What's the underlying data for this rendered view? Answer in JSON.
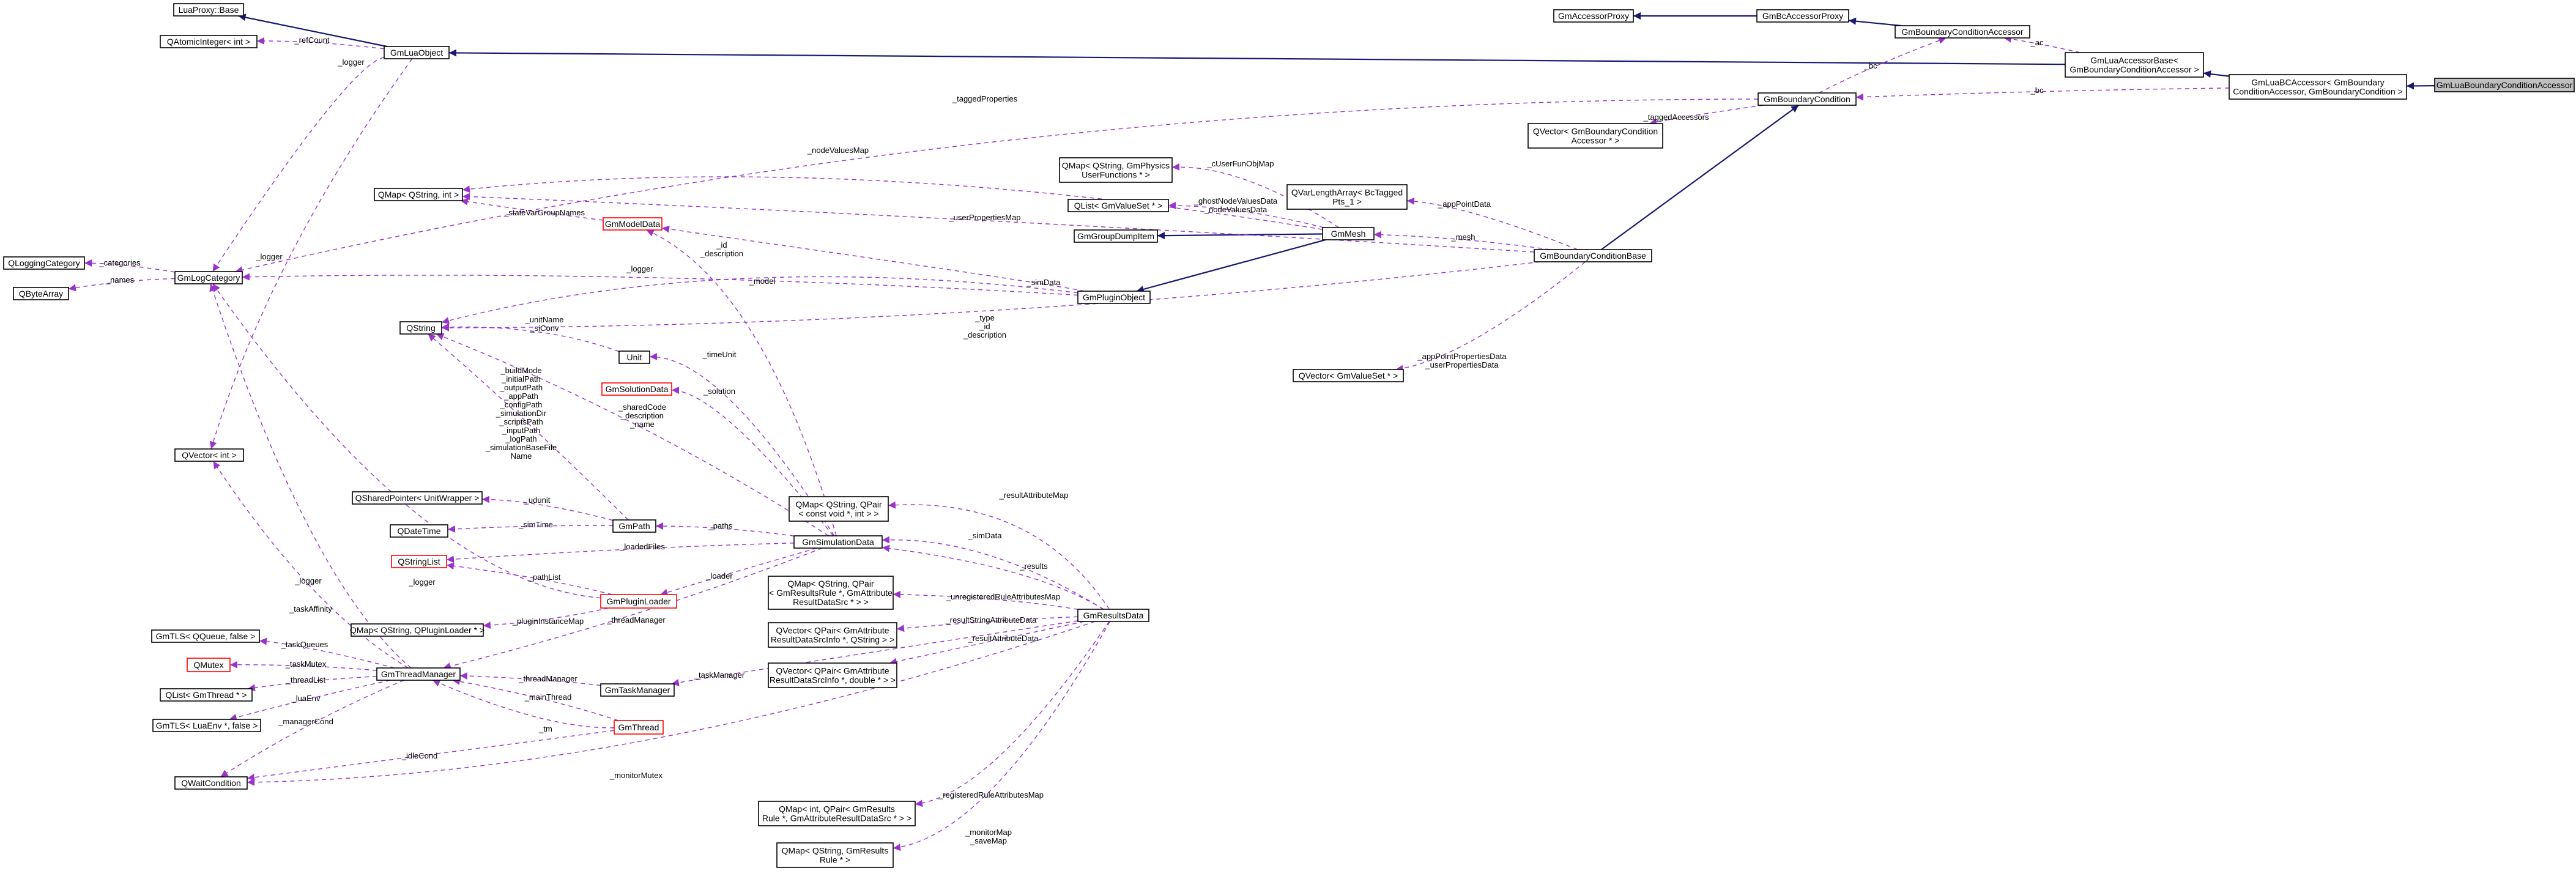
{
  "nodes": {
    "luaProxyBase": {
      "lines": [
        "LuaProxy::Base"
      ],
      "red": false
    },
    "qAtomicInt": {
      "lines": [
        "QAtomicInteger< int >"
      ],
      "red": false
    },
    "gmLuaObject": {
      "lines": [
        "GmLuaObject"
      ],
      "red": false
    },
    "gmAccessorProxy": {
      "lines": [
        "GmAccessorProxy"
      ],
      "red": false
    },
    "gmBcAccessorProxy": {
      "lines": [
        "GmBcAccessorProxy"
      ],
      "red": false
    },
    "gmBoundaryConditionAccessor": {
      "lines": [
        "GmBoundaryConditionAccessor"
      ],
      "red": false
    },
    "gmLuaAccessorBase": {
      "lines": [
        "GmLuaAccessorBase<",
        "GmBoundaryConditionAccessor >"
      ],
      "red": false
    },
    "gmLuaBCAccessor": {
      "lines": [
        "GmLuaBCAccessor< GmBoundary",
        "ConditionAccessor, GmBoundaryCondition >"
      ],
      "red": false
    },
    "gmLuaBoundaryConditionAccessor": {
      "lines": [
        "GmLuaBoundaryConditionAccessor"
      ],
      "red": false,
      "focus": true
    },
    "gmBoundaryCondition": {
      "lines": [
        "GmBoundaryCondition"
      ],
      "red": false
    },
    "qVectorAccessor": {
      "lines": [
        "QVector< GmBoundaryCondition",
        "Accessor * >"
      ],
      "red": false
    },
    "qMapPhysics": {
      "lines": [
        "QMap< QString, GmPhysics",
        "UserFunctions * >"
      ],
      "red": false
    },
    "qMapStringInt": {
      "lines": [
        "QMap< QString, int >"
      ],
      "red": false
    },
    "qVarLengthArray": {
      "lines": [
        "QVarLengthArray< BcTagged",
        "Pts_1 >"
      ],
      "red": false
    },
    "qListValueSet": {
      "lines": [
        "QList< GmValueSet * >"
      ],
      "red": false
    },
    "gmModelData": {
      "lines": [
        "GmModelData"
      ],
      "red": true
    },
    "gmGroupDumpItem": {
      "lines": [
        "GmGroupDumpItem"
      ],
      "red": false
    },
    "gmMesh": {
      "lines": [
        "GmMesh"
      ],
      "red": false
    },
    "gmBoundaryConditionBase": {
      "lines": [
        "GmBoundaryConditionBase"
      ],
      "red": false
    },
    "qLoggingCategory": {
      "lines": [
        "QLoggingCategory"
      ],
      "red": false
    },
    "gmLogCategory": {
      "lines": [
        "GmLogCategory"
      ],
      "red": false
    },
    "qByteArray": {
      "lines": [
        "QByteArray"
      ],
      "red": false
    },
    "gmPluginObject": {
      "lines": [
        "GmPluginObject"
      ],
      "red": false
    },
    "qString": {
      "lines": [
        "QString"
      ],
      "red": false
    },
    "unit": {
      "lines": [
        "Unit"
      ],
      "red": false
    },
    "gmSolutionData": {
      "lines": [
        "GmSolutionData"
      ],
      "red": true
    },
    "qVectorValueSet": {
      "lines": [
        "QVector< GmValueSet * >"
      ],
      "red": false
    },
    "qVectorInt": {
      "lines": [
        "QVector< int >"
      ],
      "red": false
    },
    "qSharedPointerUnit": {
      "lines": [
        "QSharedPointer< UnitWrapper >"
      ],
      "red": false
    },
    "qMapPair": {
      "lines": [
        "QMap< QString, QPair",
        "< const void *, int > >"
      ],
      "red": false
    },
    "qDateTime": {
      "lines": [
        "QDateTime"
      ],
      "red": false
    },
    "gmPath": {
      "lines": [
        "GmPath"
      ],
      "red": false
    },
    "gmSimulationData": {
      "lines": [
        "GmSimulationData"
      ],
      "red": false
    },
    "qStringList": {
      "lines": [
        "QStringList"
      ],
      "red": true
    },
    "gmPluginLoader": {
      "lines": [
        "GmPluginLoader"
      ],
      "red": true
    },
    "qMapPairRule": {
      "lines": [
        "QMap< QString, QPair",
        "< GmResultsRule *, GmAttribute",
        "ResultDataSrc * > >"
      ],
      "red": false
    },
    "gmResultsData": {
      "lines": [
        "GmResultsData"
      ],
      "red": false
    },
    "qMapPluginLoader": {
      "lines": [
        "QMap< QString, QPluginLoader * >"
      ],
      "red": false
    },
    "gmTlsQueue": {
      "lines": [
        "GmTLS< QQueue, false >"
      ],
      "red": false
    },
    "qVectorPairString": {
      "lines": [
        "QVector< QPair< GmAttribute",
        "ResultDataSrcInfo *, QString > >"
      ],
      "red": false
    },
    "qMutex": {
      "lines": [
        "QMutex"
      ],
      "red": true
    },
    "gmThreadManager": {
      "lines": [
        "GmThreadManager"
      ],
      "red": false
    },
    "qVectorPairDouble": {
      "lines": [
        "QVector< QPair< GmAttribute",
        "ResultDataSrcInfo *, double * > >"
      ],
      "red": false
    },
    "qListThread": {
      "lines": [
        "QList< GmThread * >"
      ],
      "red": false
    },
    "gmTaskManager": {
      "lines": [
        "GmTaskManager"
      ],
      "red": false
    },
    "gmTlsLuaEnv": {
      "lines": [
        "GmTLS< LuaEnv *, false >"
      ],
      "red": false
    },
    "gmThread": {
      "lines": [
        "GmThread"
      ],
      "red": true
    },
    "qWaitCondition": {
      "lines": [
        "QWaitCondition"
      ],
      "red": false
    },
    "qMapIntPair": {
      "lines": [
        "QMap< int, QPair< GmResults",
        "Rule *, GmAttributeResultDataSrc * > >"
      ],
      "red": false
    },
    "qMapResultsRule": {
      "lines": [
        "QMap< QString, GmResults",
        "Rule * >"
      ],
      "red": false
    }
  },
  "edges": {
    "e1": {
      "label": []
    },
    "e2": {
      "label": [
        "_refCount"
      ]
    },
    "e3": {
      "label": []
    },
    "e4": {
      "label": []
    },
    "e5": {
      "label": []
    },
    "e6": {
      "label": [
        "_ac"
      ]
    },
    "e7": {
      "label": []
    },
    "e8": {
      "label": []
    },
    "e9": {
      "label": [
        "_bc"
      ]
    },
    "e10": {
      "label": [
        "_bc"
      ]
    },
    "e11": {
      "label": [
        "_taggedAccessors"
      ]
    },
    "e12": {
      "label": []
    },
    "e13": {
      "label": [
        "_logger"
      ]
    },
    "e14": {
      "label": [
        "_logger"
      ]
    },
    "e15": {
      "label": [
        "_taggedProperties"
      ]
    },
    "e16": {
      "label": [
        "_categories"
      ]
    },
    "e17": {
      "label": [
        "_names"
      ]
    },
    "e18": {
      "label": [
        "_nodeValuesMap"
      ]
    },
    "e19": {
      "label": [
        "_cUserFunObjMap"
      ]
    },
    "e20": {
      "label": [
        "_appPointData"
      ]
    },
    "e21": {
      "label": [
        "_ghostNodeValuesData",
        "_nodeValuesData"
      ]
    },
    "e22": {
      "label": []
    },
    "e23": {
      "label": [
        "_mesh"
      ]
    },
    "e24": {
      "label": []
    },
    "e25": {
      "label": [
        "_stateVarGroupNames"
      ]
    },
    "e26": {
      "label": [
        "_userPropertiesMap"
      ]
    },
    "e27": {
      "label": [
        "_logger"
      ]
    },
    "e28": {
      "label": [
        "_id",
        "_description"
      ]
    },
    "e29": {
      "label": [
        "_simData"
      ]
    },
    "e30": {
      "label": [
        "_model"
      ]
    },
    "e31": {
      "label": [
        "_unitName",
        "_siConv"
      ]
    },
    "e32": {
      "label": [
        "_type",
        "_id",
        "_description"
      ]
    },
    "e33": {
      "label": [
        "_timeUnit"
      ]
    },
    "e34": {
      "label": [
        "_sharedCode",
        "_description",
        "_name"
      ]
    },
    "e35": {
      "label": [
        "_solution"
      ]
    },
    "e36": {
      "label": [
        "_appPointPropertiesData",
        "_userPropertiesData"
      ]
    },
    "e37": {
      "label": [
        "_buildMode",
        "_initialPath",
        "_outputPath",
        "_appPath",
        "_configPath",
        "_simulationDir",
        "_scriptsPath",
        "_inputPath",
        "_logPath",
        "_simulationBaseFile",
        "Name"
      ]
    },
    "e38": {
      "label": [
        "_udunit"
      ]
    },
    "e39": {
      "label": [
        "_resultAttributeMap"
      ]
    },
    "e40": {
      "label": [
        "_simTime"
      ]
    },
    "e41": {
      "label": [
        "_paths"
      ]
    },
    "e42": {
      "label": [
        "_simData"
      ]
    },
    "e43": {
      "label": [
        "_loadedFiles"
      ]
    },
    "e44": {
      "label": [
        "_results"
      ]
    },
    "e45": {
      "label": [
        "_unregisteredRuleAttributesMap"
      ]
    },
    "e46": {
      "label": [
        "_loader"
      ]
    },
    "e47": {
      "label": [
        "_pathList"
      ]
    },
    "e48": {
      "label": [
        "_logger"
      ]
    },
    "e49": {
      "label": [
        "_resultStringAttributeData"
      ]
    },
    "e50": {
      "label": [
        "_resultAttributeData"
      ]
    },
    "e51": {
      "label": [
        "_pluginInstanceMap"
      ]
    },
    "e52": {
      "label": [
        "_threadManager"
      ]
    },
    "e53": {
      "label": [
        "_logger"
      ]
    },
    "e54": {
      "label": [
        "_taskAffinity"
      ]
    },
    "e55": {
      "label": [
        "_taskQueues"
      ]
    },
    "e56": {
      "label": [
        "_taskMutex"
      ]
    },
    "e57": {
      "label": [
        "_threadList"
      ]
    },
    "e58": {
      "label": [
        "_luaEnv"
      ]
    },
    "e59": {
      "label": [
        "_managerCond"
      ]
    },
    "e60": {
      "label": [
        "_taskManager"
      ]
    },
    "e61": {
      "label": [
        "_threadManager"
      ]
    },
    "e62": {
      "label": [
        "_mainThread"
      ]
    },
    "e63": {
      "label": [
        "_tm"
      ]
    },
    "e64": {
      "label": [
        "_idleCond"
      ]
    },
    "e65": {
      "label": [
        "_monitorMutex"
      ]
    },
    "e66": {
      "label": [
        "_registeredRuleAttributesMap"
      ]
    },
    "e67": {
      "label": [
        "_monitorMap",
        "_saveMap"
      ]
    }
  }
}
